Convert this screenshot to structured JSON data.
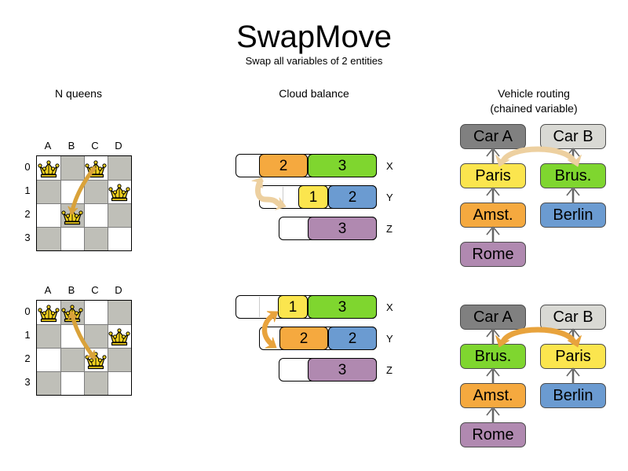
{
  "header": {
    "title": "SwapMove",
    "subtitle": "Swap all variables of 2 entities"
  },
  "colors": {
    "orange": "#f5a93f",
    "green": "#7fd62f",
    "yellow": "#fbe54e",
    "blue": "#6b9bd1",
    "purple": "#b089b0",
    "dark_gray": "#808080",
    "light_gray": "#d9d9d4",
    "board_dark": "#bfbfb8",
    "board_light": "#ffffff",
    "arrow_light": "#edd0a0",
    "arrow_stroke": "#d9a23a",
    "arrow_strong": "#e8a33d",
    "queen_gold": "#f2d11e"
  },
  "sections": {
    "nqueens": {
      "heading": "N queens",
      "files": [
        "A",
        "B",
        "C",
        "D"
      ],
      "ranks": [
        "0",
        "1",
        "2",
        "3"
      ],
      "before": {
        "queens": [
          {
            "file": "A",
            "rank": "0"
          },
          {
            "file": "C",
            "rank": "0"
          },
          {
            "file": "D",
            "rank": "1"
          },
          {
            "file": "B",
            "rank": "2"
          }
        ],
        "swap": {
          "from": "C0",
          "to": "B2",
          "双": "single"
        }
      },
      "after": {
        "queens": [
          {
            "file": "A",
            "rank": "0"
          },
          {
            "file": "B",
            "rank": "0"
          },
          {
            "file": "D",
            "rank": "1"
          },
          {
            "file": "C",
            "rank": "2"
          }
        ],
        "swap": {
          "from": "B0",
          "to": "C2"
        }
      }
    },
    "cloud": {
      "heading": "Cloud balance",
      "before": {
        "rows": [
          {
            "label": "X",
            "processes": [
              {
                "value": "2",
                "color": "#f5a93f"
              },
              {
                "value": "3",
                "color": "#7fd62f"
              }
            ]
          },
          {
            "label": "Y",
            "processes": [
              {
                "value": "1",
                "color": "#fbe54e"
              },
              {
                "value": "2",
                "color": "#6b9bd1"
              }
            ]
          },
          {
            "label": "Z",
            "processes": [
              {
                "value": "3",
                "color": "#b089b0"
              }
            ]
          }
        ]
      },
      "after": {
        "rows": [
          {
            "label": "X",
            "processes": [
              {
                "value": "1",
                "color": "#fbe54e"
              },
              {
                "value": "3",
                "color": "#7fd62f"
              }
            ]
          },
          {
            "label": "Y",
            "processes": [
              {
                "value": "2",
                "color": "#f5a93f"
              },
              {
                "value": "2",
                "color": "#6b9bd1"
              }
            ]
          },
          {
            "label": "Z",
            "processes": [
              {
                "value": "3",
                "color": "#b089b0"
              }
            ]
          }
        ]
      }
    },
    "vrp": {
      "heading_line1": "Vehicle routing",
      "heading_line2": "(chained variable)",
      "before": {
        "left_chain": [
          {
            "label": "Car A",
            "color": "#808080"
          },
          {
            "label": "Paris",
            "color": "#fbe54e"
          },
          {
            "label": "Amst.",
            "color": "#f5a93f"
          },
          {
            "label": "Rome",
            "color": "#b089b0"
          }
        ],
        "right_chain": [
          {
            "label": "Car B",
            "color": "#d9d9d4"
          },
          {
            "label": "Brus.",
            "color": "#7fd62f"
          },
          {
            "label": "Berlin",
            "color": "#6b9bd1"
          }
        ]
      },
      "after": {
        "left_chain": [
          {
            "label": "Car A",
            "color": "#808080"
          },
          {
            "label": "Brus.",
            "color": "#7fd62f"
          },
          {
            "label": "Amst.",
            "color": "#f5a93f"
          },
          {
            "label": "Rome",
            "color": "#b089b0"
          }
        ],
        "right_chain": [
          {
            "label": "Car B",
            "color": "#d9d9d4"
          },
          {
            "label": "Paris",
            "color": "#fbe54e"
          },
          {
            "label": "Berlin",
            "color": "#6b9bd1"
          }
        ]
      }
    }
  }
}
